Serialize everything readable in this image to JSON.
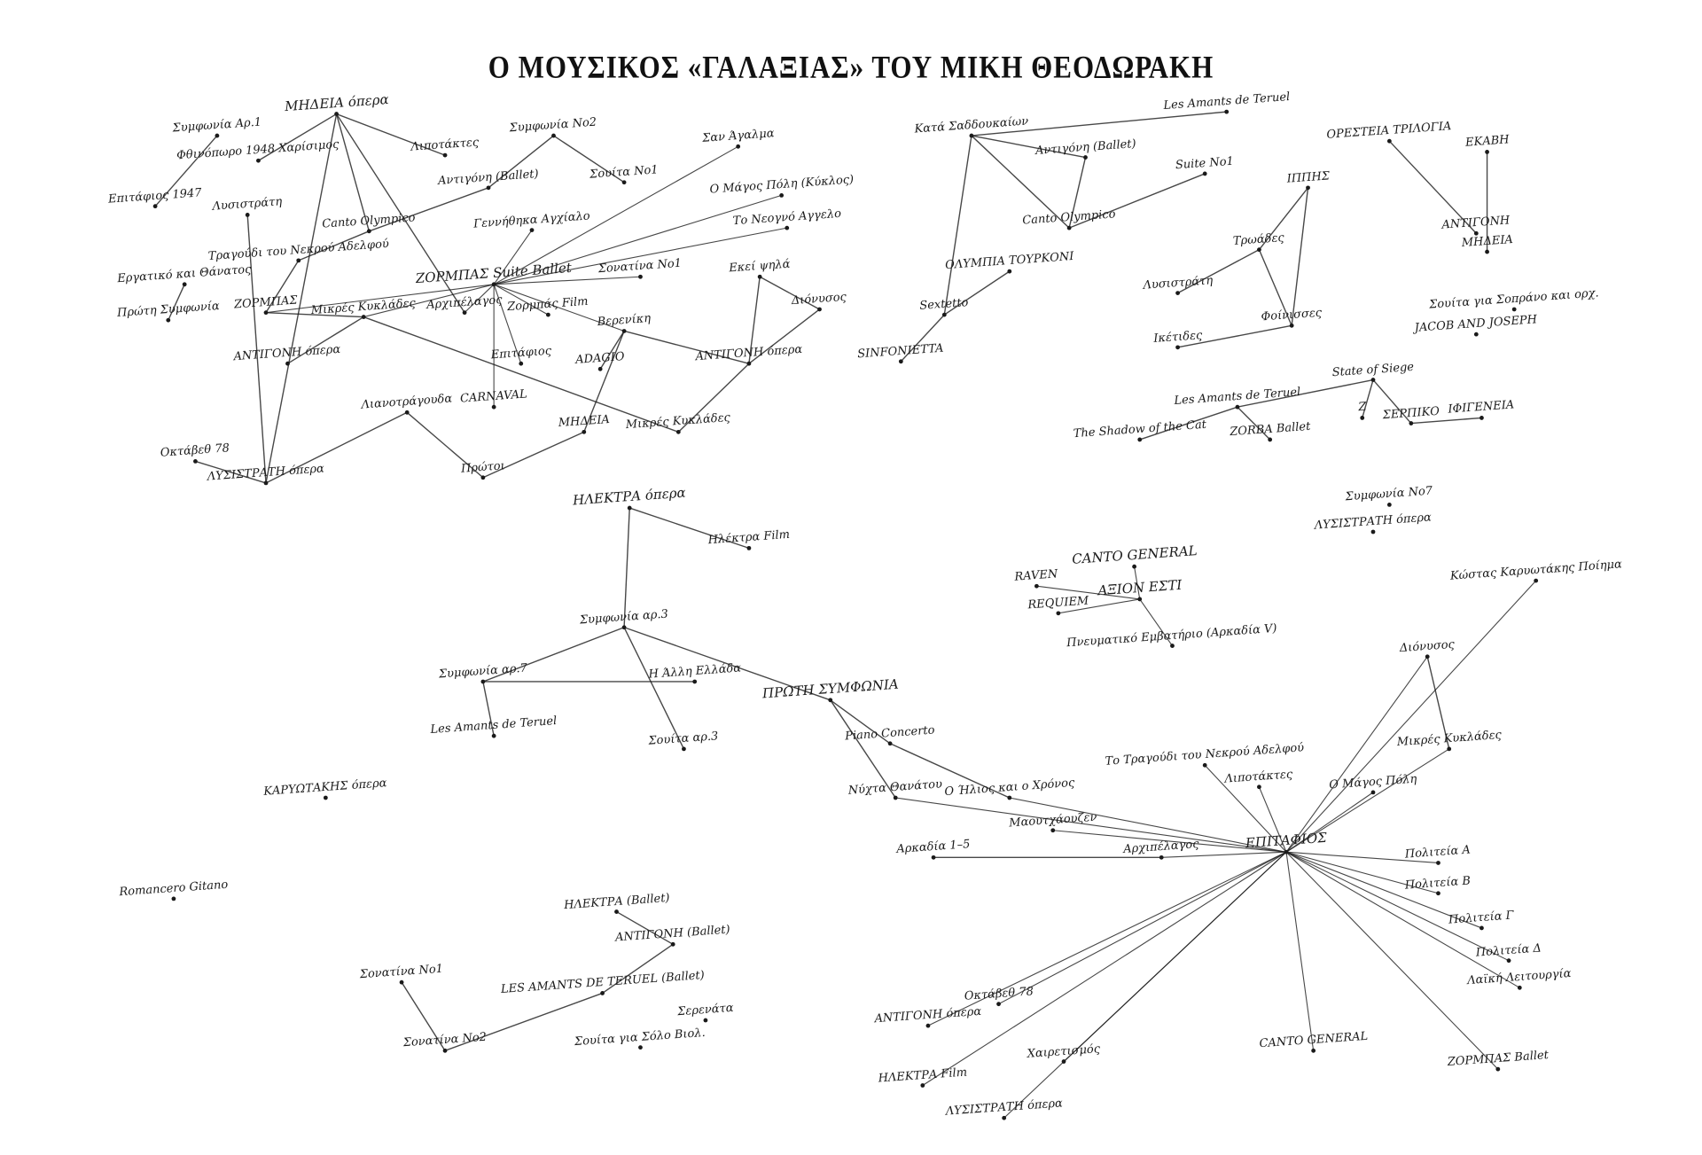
{
  "title": "Ο ΜΟΥΣΙΚΟΣ «ΓΑΛΑΞΙΑΣ» ΤΟΥ ΜΙΚΗ ΘΕΟΔΩΡΑΚΗ",
  "colors": {
    "ink": "#1a1a1a",
    "background": "#ffffff"
  },
  "nodes": [
    {
      "label": "ΜΗΔΕΙΑ όπερα"
    },
    {
      "label": "Συμφωνία Αρ.1"
    },
    {
      "label": "Φθινόπωρο 1948 Χαρίσιμος"
    },
    {
      "label": "Λιποτάκτες"
    },
    {
      "label": "Λυσιστράτη"
    },
    {
      "label": "Επιτάφιος 1947"
    },
    {
      "label": "Canto Olympico"
    },
    {
      "label": "Αντιγόνη (Ballet)"
    },
    {
      "label": "Συμφωνία Νο2"
    },
    {
      "label": "Σουίτα Νο1"
    },
    {
      "label": "Σαν Άγαλμα"
    },
    {
      "label": "Ο Μάγος Πόλη (Κύκλος)"
    },
    {
      "label": "Το Νεογνό Αγγελο"
    },
    {
      "label": "Γεννήθηκα Αγχίαλο"
    },
    {
      "label": "ΖΟΡΜΠΑΣ Suite Ballet"
    },
    {
      "label": "Σονατίνα Νο1"
    },
    {
      "label": "ΖΟΡΜΠΑΣ"
    },
    {
      "label": "Μικρές Κυκλάδες"
    },
    {
      "label": "Αρχιπέλαγος"
    },
    {
      "label": "Ζορμπάς Film"
    },
    {
      "label": "Πρώτη Συμφωνία"
    },
    {
      "label": "Εργατικό και Θάνατος"
    },
    {
      "label": "Τραγούδι του Νεκρού Αδελφού"
    },
    {
      "label": "ΑΝΤΙΓΟΝΗ όπερα"
    },
    {
      "label": "Επιτάφιος"
    },
    {
      "label": "CARNAVAL"
    },
    {
      "label": "Βερενίκη"
    },
    {
      "label": "ADAGIO"
    },
    {
      "label": "ΑΝΤΙΓΟΝΗ όπερα"
    },
    {
      "label": "Εκεί ψηλά"
    },
    {
      "label": "Διόνυσος"
    },
    {
      "label": "ΜΗΔΕΙΑ"
    },
    {
      "label": "Μικρές Κυκλάδες"
    },
    {
      "label": "Λιανοτράγουδα"
    },
    {
      "label": "ΛΥΣΙΣΤΡΑΤΗ όπερα"
    },
    {
      "label": "Πρώτοι"
    },
    {
      "label": "Οκτάβεθ 78"
    },
    {
      "label": "ΗΛΕΚΤΡΑ όπερα"
    },
    {
      "label": "Ηλέκτρα Film"
    },
    {
      "label": "Συμφωνία αρ.3"
    },
    {
      "label": "Συμφωνία αρ.7"
    },
    {
      "label": "Η Άλλη Ελλάδα"
    },
    {
      "label": "Σουίτα αρ.3"
    },
    {
      "label": "Les Amants de Teruel"
    },
    {
      "label": "ΚΑΡΥΩΤΑΚΗΣ όπερα"
    },
    {
      "label": "ΠΡΩΤΗ ΣΥΜΦΩΝΙΑ"
    },
    {
      "label": "Romancero Gitano"
    },
    {
      "label": "ΗΛΕΚΤΡΑ (Ballet)"
    },
    {
      "label": "ΑΝΤΙΓΟΝΗ (Ballet)"
    },
    {
      "label": "LES AMANTS DE TERUEL (Ballet)"
    },
    {
      "label": "Σονατίνα Νο1"
    },
    {
      "label": "Σονατίνα Νο2"
    },
    {
      "label": "Κατά Σαδδουκαίων"
    },
    {
      "label": "Les Amants de Teruel"
    },
    {
      "label": "Αντιγόνη (Ballet)"
    },
    {
      "label": "Suite Νο1"
    },
    {
      "label": "Canto Olympico"
    },
    {
      "label": "ΟΛΥΜΠΙΑ ΤΟΥΡΚΟΝΙ"
    },
    {
      "label": "Sextetto"
    },
    {
      "label": "SINFONIETTA"
    },
    {
      "label": "ΟΡΕΣΤΕΙΑ ΤΡΙΛΟΓΙΑ"
    },
    {
      "label": "ΕΚΑΒΗ"
    },
    {
      "label": "ΑΝΤΙΓΟΝΗ"
    },
    {
      "label": "ΜΗΔΕΙΑ"
    },
    {
      "label": "ΙΠΠΗΣ"
    },
    {
      "label": "Τρωάδες"
    },
    {
      "label": "Φοίνισσες"
    },
    {
      "label": "Ικέτιδες"
    },
    {
      "label": "Λυσιστράτη"
    },
    {
      "label": "Σουίτα για Σοπράνο και ορχ."
    },
    {
      "label": "JACOB AND JOSEPH"
    },
    {
      "label": "State of Siege"
    },
    {
      "label": "Les Amants de Teruel"
    },
    {
      "label": "The Shadow of the Cat"
    },
    {
      "label": "ZORBA Ballet"
    },
    {
      "label": "ΙΦΙΓΕΝΕΙΑ"
    },
    {
      "label": "Ζ"
    },
    {
      "label": "ΣΕΡΠΙΚΟ"
    },
    {
      "label": "ΑΞΙΟΝ ΕΣΤΙ"
    },
    {
      "label": "CANTO GENERAL"
    },
    {
      "label": "ΕΠΙΤΑΦΙΟΣ"
    },
    {
      "label": "Αρχιπέλαγος"
    },
    {
      "label": "Μικρές Κυκλάδες"
    },
    {
      "label": "Πνευματικό Εμβατήριο (Αρκαδία V)"
    },
    {
      "label": "Ο Ήλιος και ο Χρόνος"
    },
    {
      "label": "Νύχτα Θανάτου"
    },
    {
      "label": "Μαουτχάουζεν"
    },
    {
      "label": "Λιποτάκτες"
    },
    {
      "label": "Ο Μάγος Πόλη"
    },
    {
      "label": "Το Τραγούδι του Νεκρού Αδελφού"
    },
    {
      "label": "Διόνυσος"
    },
    {
      "label": "REQUIEM"
    },
    {
      "label": "RAVEN"
    },
    {
      "label": "Πολιτεία Β"
    },
    {
      "label": "Πολιτεία Γ"
    },
    {
      "label": "Πολιτεία Δ"
    },
    {
      "label": "Λαϊκή Λειτουργία"
    },
    {
      "label": "Piano Concerto"
    },
    {
      "label": "Αρκαδία 1–5"
    },
    {
      "label": "CANTO GENERAL"
    },
    {
      "label": "Χαιρετισμός"
    },
    {
      "label": "ΗΛΕΚΤΡΑ Film"
    },
    {
      "label": "ΛΥΣΙΣΤΡΑΤΗ όπερα"
    },
    {
      "label": "Οκτάβεθ 78"
    },
    {
      "label": "ΑΝΤΙΓΟΝΗ όπερα"
    },
    {
      "label": "ΖΟΡΜΠΑΣ Ballet"
    },
    {
      "label": "Πολιτεία Α"
    },
    {
      "label": "Κώστας Καρυωτάκης Ποίημα"
    },
    {
      "label": "Συμφωνία Νο7"
    },
    {
      "label": "ΛΥΣΙΣΤΡΑΤΗ όπερα"
    },
    {
      "label": "Σουίτα για Σόλο Βιολ."
    },
    {
      "label": "Σερενάτα"
    }
  ],
  "edges": [
    [
      0,
      2
    ],
    [
      0,
      3
    ],
    [
      0,
      6
    ],
    [
      0,
      34
    ],
    [
      0,
      18
    ],
    [
      1,
      5
    ],
    [
      6,
      7
    ],
    [
      6,
      22
    ],
    [
      8,
      7
    ],
    [
      8,
      9
    ],
    [
      14,
      10
    ],
    [
      14,
      11
    ],
    [
      14,
      12
    ],
    [
      14,
      13
    ],
    [
      14,
      15
    ],
    [
      14,
      16
    ],
    [
      14,
      17
    ],
    [
      14,
      18
    ],
    [
      14,
      19
    ],
    [
      14,
      24
    ],
    [
      14,
      25
    ],
    [
      14,
      26
    ],
    [
      16,
      22
    ],
    [
      16,
      17
    ],
    [
      17,
      23
    ],
    [
      17,
      32
    ],
    [
      21,
      20
    ],
    [
      26,
      27
    ],
    [
      26,
      31
    ],
    [
      28,
      29
    ],
    [
      28,
      30
    ],
    [
      28,
      26
    ],
    [
      28,
      32
    ],
    [
      29,
      30
    ],
    [
      33,
      34
    ],
    [
      33,
      35
    ],
    [
      34,
      36
    ],
    [
      34,
      4
    ],
    [
      35,
      31
    ],
    [
      37,
      38
    ],
    [
      37,
      39
    ],
    [
      39,
      40
    ],
    [
      39,
      42
    ],
    [
      40,
      41
    ],
    [
      40,
      43
    ],
    [
      45,
      97
    ],
    [
      45,
      85
    ],
    [
      45,
      39
    ],
    [
      47,
      48
    ],
    [
      48,
      49
    ],
    [
      49,
      51
    ],
    [
      50,
      51
    ],
    [
      49,
      116
    ],
    [
      52,
      54
    ],
    [
      52,
      56
    ],
    [
      52,
      58
    ],
    [
      52,
      53
    ],
    [
      54,
      56
    ],
    [
      55,
      56
    ],
    [
      57,
      58
    ],
    [
      58,
      59
    ],
    [
      60,
      62
    ],
    [
      61,
      63
    ],
    [
      64,
      65
    ],
    [
      64,
      66
    ],
    [
      65,
      68
    ],
    [
      65,
      66
    ],
    [
      66,
      67
    ],
    [
      71,
      76
    ],
    [
      71,
      77
    ],
    [
      71,
      72
    ],
    [
      72,
      73
    ],
    [
      72,
      74
    ],
    [
      75,
      77
    ],
    [
      78,
      79
    ],
    [
      78,
      91
    ],
    [
      78,
      92
    ],
    [
      78,
      83
    ],
    [
      78,
      117
    ],
    [
      80,
      81
    ],
    [
      80,
      82
    ],
    [
      80,
      84
    ],
    [
      80,
      85
    ],
    [
      80,
      86
    ],
    [
      80,
      87
    ],
    [
      80,
      88
    ],
    [
      80,
      89
    ],
    [
      80,
      90
    ],
    [
      80,
      93
    ],
    [
      80,
      94
    ],
    [
      80,
      95
    ],
    [
      80,
      96
    ],
    [
      81,
      98
    ],
    [
      90,
      82
    ],
    [
      80,
      99
    ],
    [
      80,
      100
    ],
    [
      80,
      101
    ],
    [
      80,
      102
    ],
    [
      80,
      103
    ],
    [
      80,
      104
    ],
    [
      80,
      105
    ],
    [
      80,
      106
    ],
    [
      113,
      114
    ],
    [
      80,
      114
    ],
    [
      107,
      80
    ],
    [
      108,
      112
    ],
    [
      112,
      80
    ],
    [
      97,
      84
    ]
  ]
}
